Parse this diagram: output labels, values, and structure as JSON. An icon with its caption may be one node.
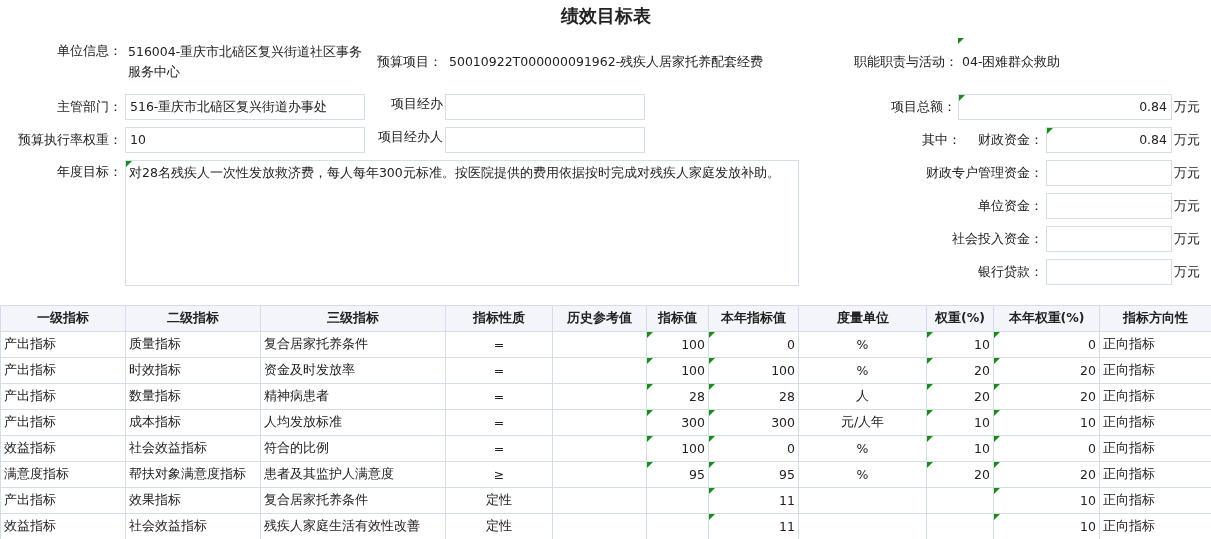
{
  "diagram": {
    "title": "绩效目标表",
    "labels": [
      "单位信息：",
      "516004-重庆市北碚区复兴街道社区事务服务中心",
      "预算项目：",
      "50010922T000000091962-残疾人居家托养配套经费",
      "职能职责与活动：",
      "04-困难群众救助",
      "主管部门：",
      "516-重庆市北碚区复兴街道办事处",
      "项目经办",
      "项目总额：",
      "0.84",
      "万元",
      "预算执行率权重：",
      "10",
      "项目经办人",
      "其中：",
      "财政资金：",
      "0.84",
      "万元",
      "年度目标：",
      "对28名残疾人一次性发放救济费，每人每年300元标准。按医院提供的费用依据按时完成对残疾人家庭发放补助。",
      "财政专户管理资金：",
      "万元",
      "单位资金：",
      "万元",
      "社会投入资金：",
      "万元",
      "银行贷款：",
      "万元",
      "一级指标",
      "二级指标",
      "三级指标",
      "指标性质",
      "历史参考值",
      "指标值",
      "本年指标值",
      "度量单位",
      "权重(%)",
      "本年权重(%)",
      "指标方向性",
      "产出指标",
      "质量指标",
      "复合居家托养条件",
      "=",
      "100",
      "0",
      "%",
      "10",
      "0",
      "正向指标",
      "产出指标",
      "时效指标",
      "资金及时发放率",
      "=",
      "100",
      "100",
      "%",
      "20",
      "20",
      "正向指标",
      "产出指标",
      "数量指标",
      "精神病患者",
      "=",
      "28",
      "28",
      "人",
      "20",
      "20",
      "正向指标",
      "产出指标",
      "成本指标",
      "人均发放标准",
      "=",
      "300",
      "300",
      "元/人年",
      "10",
      "10",
      "正向指标",
      "效益指标",
      "社会效益指标",
      "符合的比例",
      "=",
      "100",
      "0",
      "%",
      "10",
      "0",
      "正向指标",
      "满意度指标",
      "帮扶对象满意度指标",
      "患者及其监护人满意度",
      "≥",
      "95",
      "95",
      "%",
      "20",
      "20",
      "正向指标",
      "产出指标",
      "效果指标",
      "复合居家托养条件",
      "定性",
      "11",
      "10",
      "正向指标",
      "效益指标",
      "社会效益指标",
      "残疾人家庭生活有效性改善",
      "定性",
      "11",
      "10",
      "正向指标"
    ]
  }
}
